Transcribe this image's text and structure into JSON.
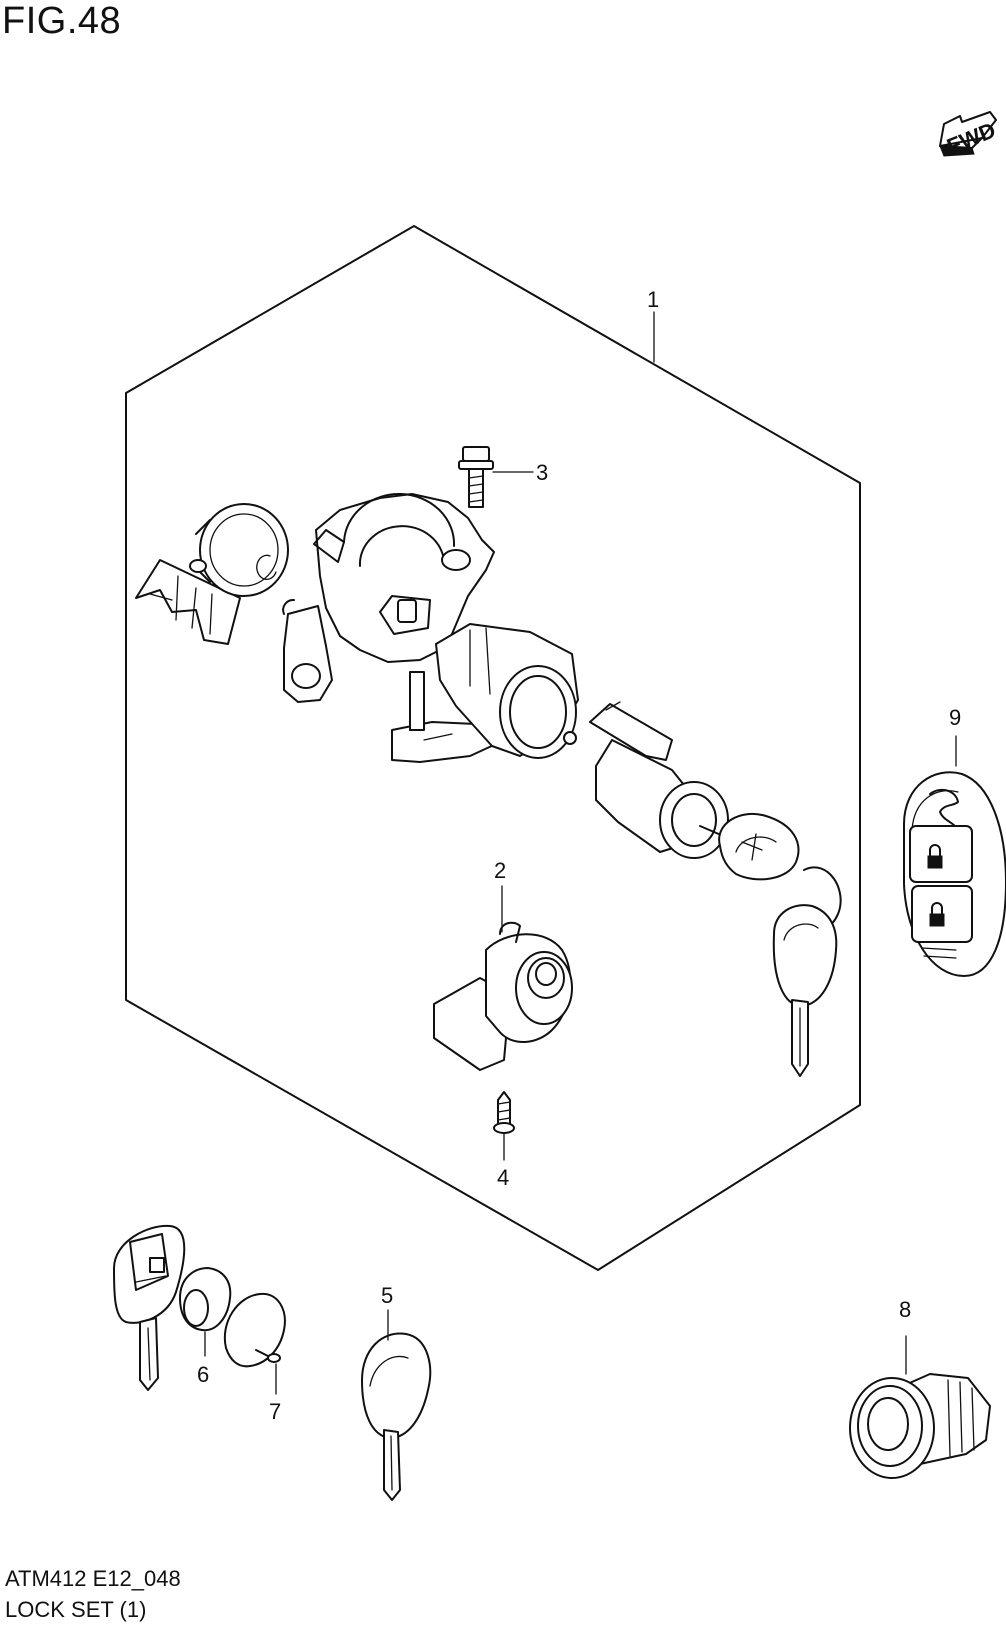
{
  "figure": {
    "title": "FIG.48",
    "code": "ATM412 E12_048",
    "name": "LOCK SET (1)"
  },
  "fwd_label": "FWD",
  "callouts": [
    {
      "id": "1",
      "label": "1"
    },
    {
      "id": "2",
      "label": "2"
    },
    {
      "id": "3",
      "label": "3"
    },
    {
      "id": "4",
      "label": "4"
    },
    {
      "id": "5",
      "label": "5"
    },
    {
      "id": "6",
      "label": "6"
    },
    {
      "id": "7",
      "label": "7"
    },
    {
      "id": "8",
      "label": "8"
    },
    {
      "id": "9",
      "label": "9"
    }
  ]
}
